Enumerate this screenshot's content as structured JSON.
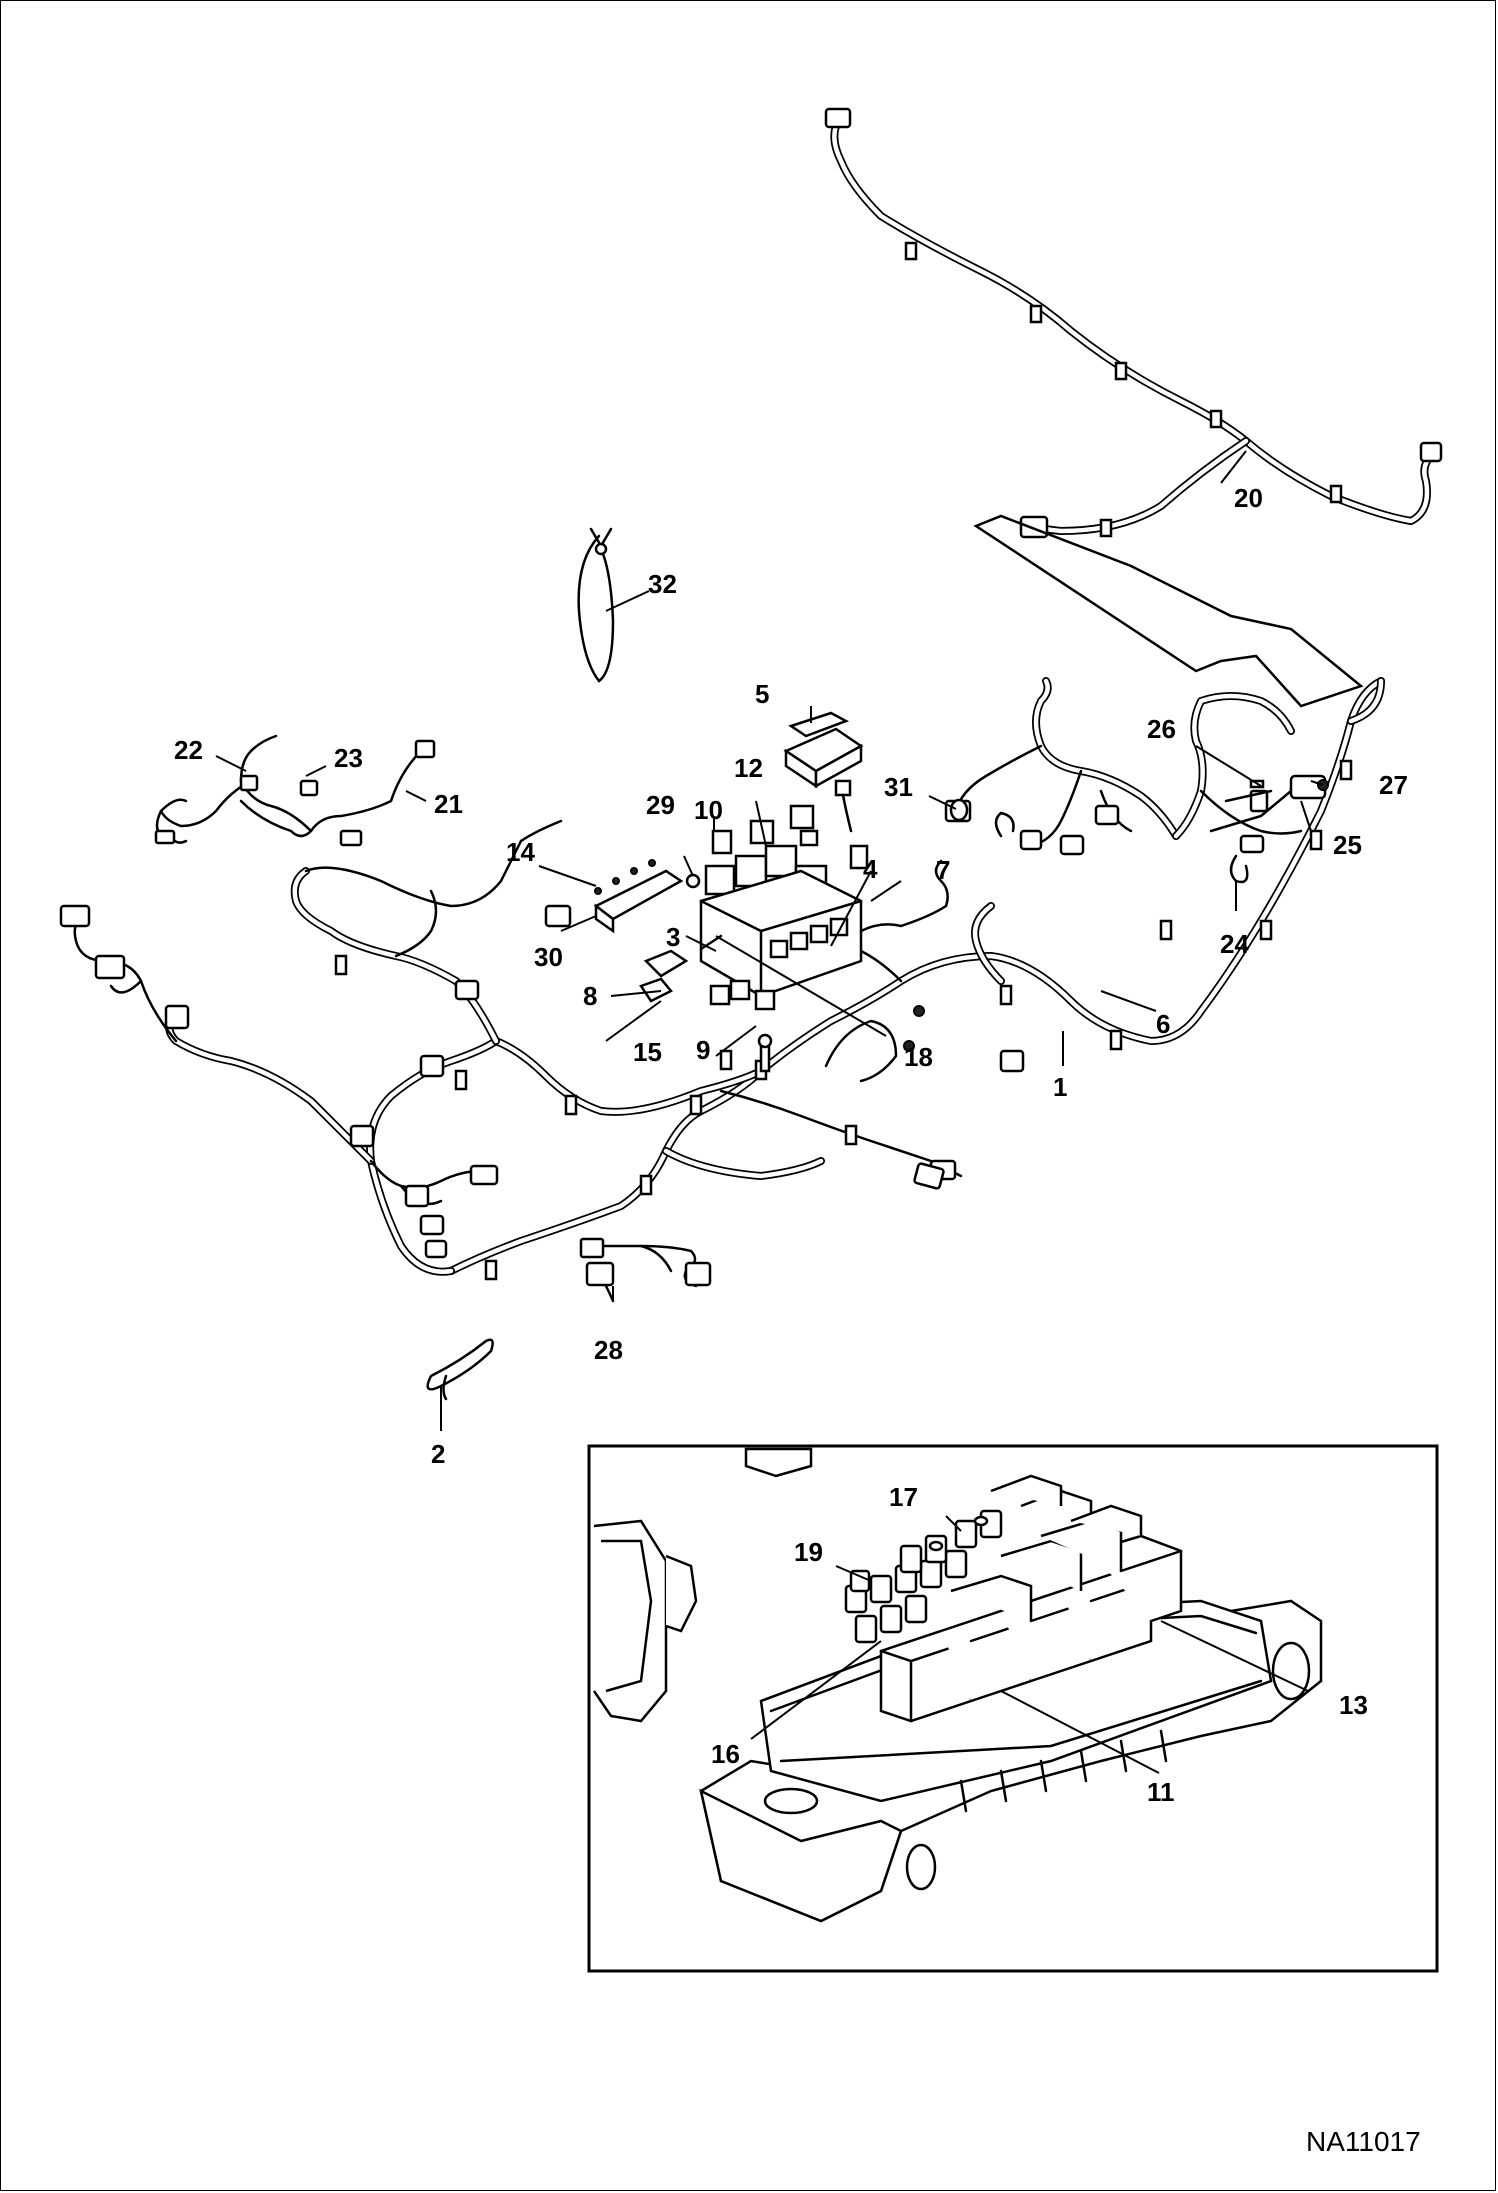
{
  "figure_id": "NA11017",
  "callouts": [
    {
      "id": "c1",
      "label": "1"
    },
    {
      "id": "c2",
      "label": "2"
    },
    {
      "id": "c3",
      "label": "3"
    },
    {
      "id": "c4",
      "label": "4"
    },
    {
      "id": "c5",
      "label": "5"
    },
    {
      "id": "c6",
      "label": "6"
    },
    {
      "id": "c7",
      "label": "7"
    },
    {
      "id": "c8",
      "label": "8"
    },
    {
      "id": "c9",
      "label": "9"
    },
    {
      "id": "c10",
      "label": "10"
    },
    {
      "id": "c11",
      "label": "11"
    },
    {
      "id": "c12",
      "label": "12"
    },
    {
      "id": "c13",
      "label": "13"
    },
    {
      "id": "c14",
      "label": "14"
    },
    {
      "id": "c15",
      "label": "15"
    },
    {
      "id": "c16",
      "label": "16"
    },
    {
      "id": "c17",
      "label": "17"
    },
    {
      "id": "c18",
      "label": "18"
    },
    {
      "id": "c19",
      "label": "19"
    },
    {
      "id": "c20",
      "label": "20"
    },
    {
      "id": "c21",
      "label": "21"
    },
    {
      "id": "c22",
      "label": "22"
    },
    {
      "id": "c23",
      "label": "23"
    },
    {
      "id": "c24",
      "label": "24"
    },
    {
      "id": "c25",
      "label": "25"
    },
    {
      "id": "c26",
      "label": "26"
    },
    {
      "id": "c27",
      "label": "27"
    },
    {
      "id": "c28",
      "label": "28"
    },
    {
      "id": "c29",
      "label": "29"
    },
    {
      "id": "c30",
      "label": "30"
    },
    {
      "id": "c31",
      "label": "31"
    },
    {
      "id": "c32",
      "label": "32"
    }
  ]
}
